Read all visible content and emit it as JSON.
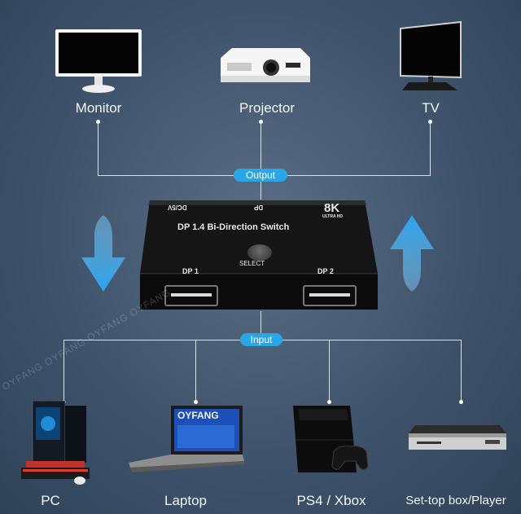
{
  "devices_top": {
    "monitor_label": "Monitor",
    "projector_label": "Projector",
    "tv_label": "TV"
  },
  "output_label": "Output",
  "input_label": "Input",
  "switch": {
    "brand_8k": "8K",
    "ultra_hd": "ULTRA HD",
    "model_text": "DP 1.4 Bi-Direction Switch",
    "dc_label": "DC/5V",
    "dp_top_label": "DP",
    "select_label": "SELECT",
    "dp1_label": "DP 1",
    "dp2_label": "DP 2"
  },
  "devices_bottom": {
    "pc_label": "PC",
    "laptop_label": "Laptop",
    "ps4_label": "PS4 / Xbox",
    "settop_label": "Set-top box/Player",
    "laptop_screen_brand": "OYFANG"
  },
  "watermark": "OYFANG OYFANG OYFANG OYFANG"
}
